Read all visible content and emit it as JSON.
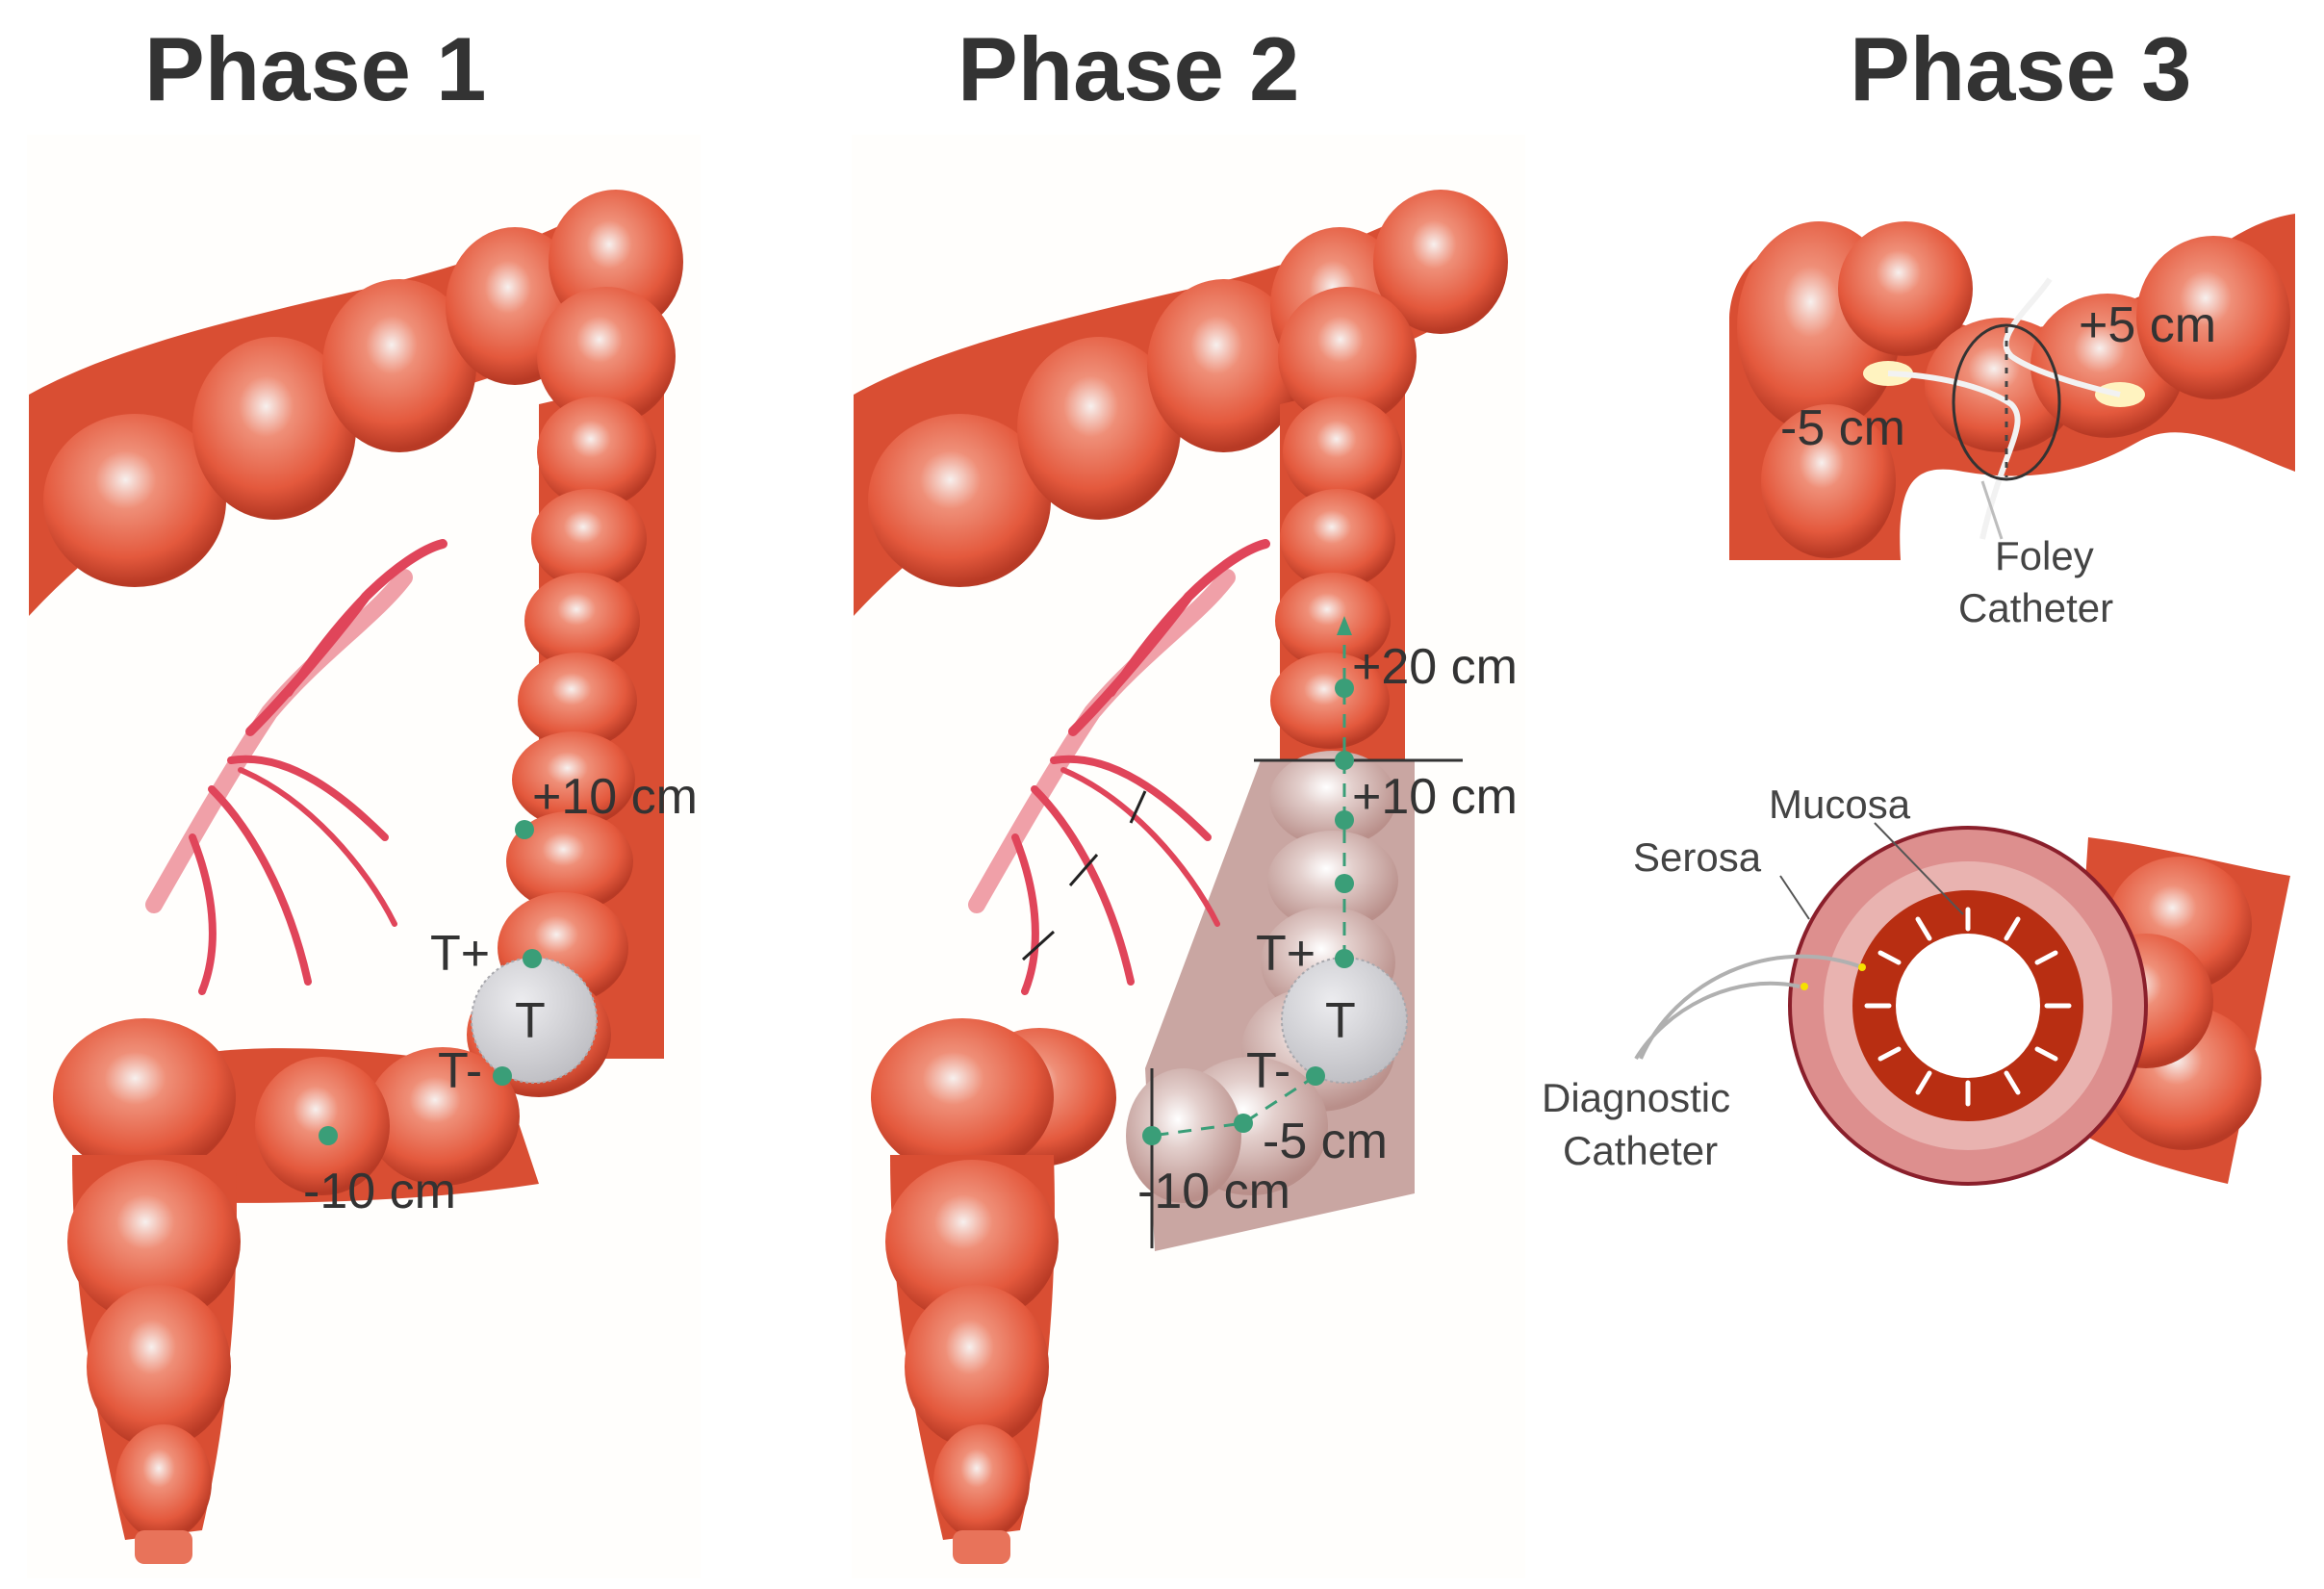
{
  "phases": [
    {
      "title": "Phase 1"
    },
    {
      "title": "Phase 2"
    },
    {
      "title": "Phase 3"
    }
  ],
  "phase1": {
    "tumor": "T",
    "tumor_plus": "T+",
    "tumor_minus": "T-",
    "plus10": "+10 cm",
    "minus10": "-10 cm"
  },
  "phase2": {
    "tumor": "T",
    "tumor_plus": "T+",
    "tumor_minus": "T-",
    "plus20": "+20 cm",
    "plus10": "+10 cm",
    "minus5": "-5 cm",
    "minus10": "-10 cm"
  },
  "phase3": {
    "plus5": "+5 cm",
    "minus5": "-5 cm",
    "foley": [
      "Foley",
      "Catheter"
    ],
    "mucosa": "Mucosa",
    "serosa": "Serosa",
    "diagnostic": [
      "Diagnostic",
      "Catheter"
    ]
  },
  "colors": {
    "bowel": "#e8654a",
    "bowel_dark": "#c9432c",
    "vessel": "#e0455a",
    "marker": "#3a9e78",
    "tumor": "#cfcfd3",
    "resected": "#d9b8b4"
  }
}
